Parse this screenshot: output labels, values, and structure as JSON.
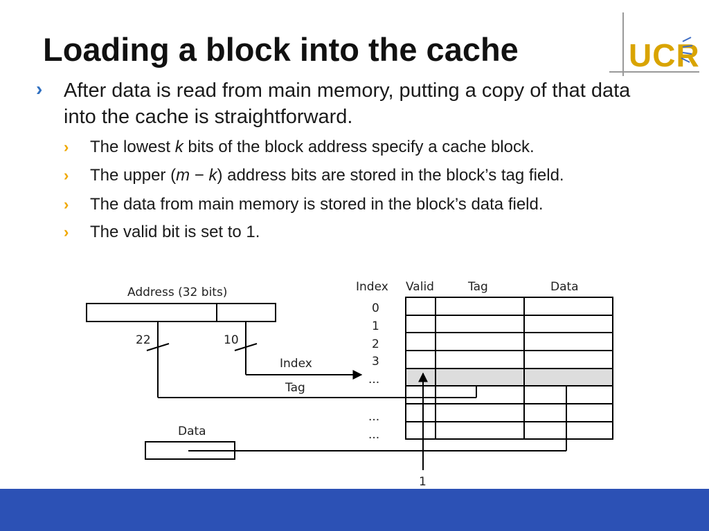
{
  "slide": {
    "title": "Loading a block into the cache",
    "bullet_main": "After data is read from main memory, putting a copy of that data into the cache is straightforward.",
    "sub_bullets": [
      {
        "pre": "The lowest ",
        "em": "k",
        "post": " bits of the block address specify a cache block."
      },
      {
        "pre": "The upper (",
        "em": "m",
        "mid": " − ",
        "em2": "k",
        "post": ") address bits are stored in the block’s tag field."
      },
      {
        "pre": "The data from main memory is stored in the block’s data field."
      },
      {
        "pre": "The valid bit is set to 1."
      }
    ]
  },
  "logo": {
    "text": "UCR",
    "colors": {
      "text": "#d9a400",
      "rays": "#3d6cc4",
      "line": "#999999"
    }
  },
  "diagram": {
    "address_label": "Address (32 bits)",
    "bits_high": "22",
    "bits_low": "10",
    "index_arrow_label": "Index",
    "tag_arrow_label": "Tag",
    "data_label": "Data",
    "col_headers": {
      "index": "Index",
      "valid": "Valid",
      "tag": "Tag",
      "data": "Data"
    },
    "row_indices": [
      "0",
      "1",
      "2",
      "3",
      "..."
    ],
    "lower_ellipses": [
      "...",
      "..."
    ],
    "valid_value": "1",
    "highlight_color": "#dddddd"
  },
  "footer": {
    "color": "#2c51b5"
  }
}
